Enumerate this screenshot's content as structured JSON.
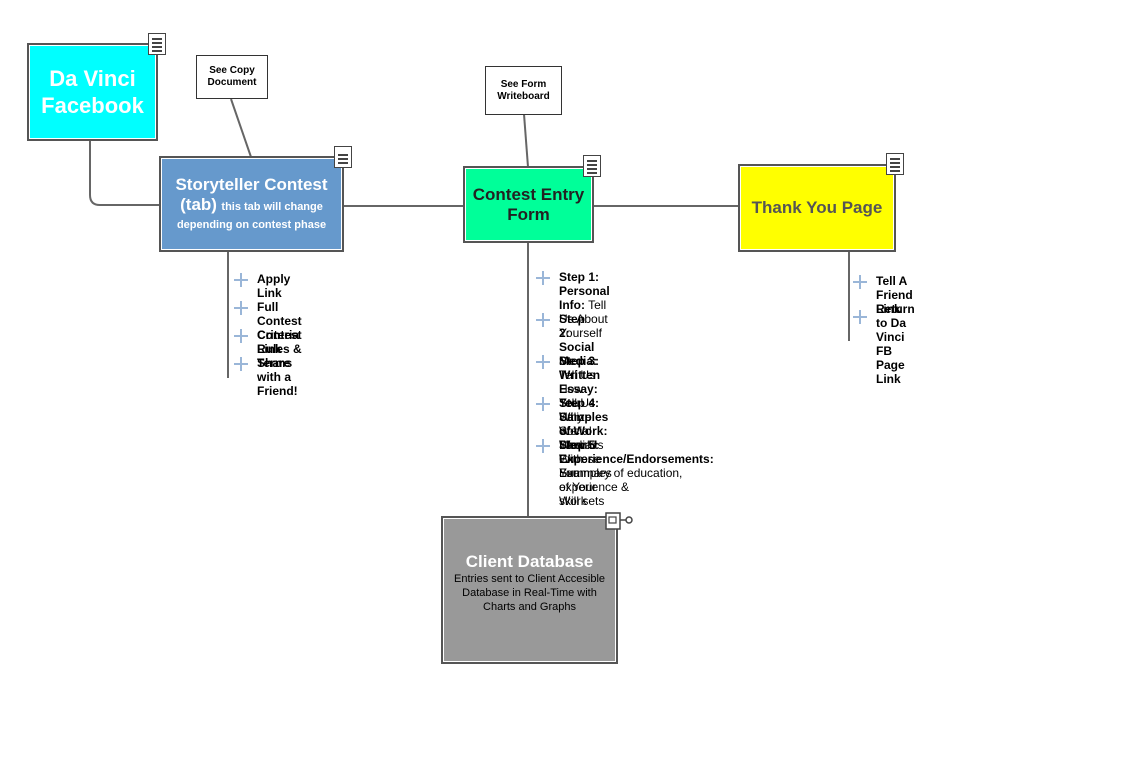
{
  "nodes": {
    "facebook": {
      "title_line1": "Da Vinci",
      "title_line2": "Facebook",
      "bg": "#00ffff"
    },
    "storyteller": {
      "title": "Storyteller Contest",
      "tab": "(tab)",
      "note_part1": "this tab will change",
      "note_part2": "depending on contest phase",
      "bg": "#6699cc"
    },
    "entry_form": {
      "title_line1": "Contest Entry",
      "title_line2": "Form",
      "bg": "#00ff99"
    },
    "thank_you": {
      "title": "Thank You Page",
      "bg": "#ffff00"
    },
    "database": {
      "title": "Client Database",
      "desc_line1": "Entries sent to Client Accesible",
      "desc_line2": "Database in Real-Time with",
      "desc_line3": "Charts and Graphs",
      "bg": "#999999"
    }
  },
  "notes": {
    "copy": {
      "line1": "See Copy",
      "line2": "Document"
    },
    "form": {
      "line1": "See Form",
      "line2": "Writeboard"
    }
  },
  "storyteller_items": [
    "Apply Link",
    "Full Contest Criteria Link",
    "Contest Rules & Terms",
    "Share with a Friend!"
  ],
  "steps": [
    {
      "bold": "Step 1: Personal Info:",
      "rest": " Tell Us About",
      "line2": "Yourself"
    },
    {
      "bold": "Step 2: Social Media:",
      "rest": " Tell Us How",
      "line2": "You Utilize Social Media"
    },
    {
      "bold": "Step 3: Written Essay:",
      "rest": " Tell Us Why",
      "line2": "We Should Choose You"
    },
    {
      "bold": "Step 4: Samples of Work:",
      "rest": " Wow Us",
      "line2": "With Examples of Your Work"
    },
    {
      "bold": "Step 5: Experience/Endorsements:",
      "rest": "",
      "line2": "Summary of education, experience &",
      "line3": "skill sets"
    }
  ],
  "thankyou_items": [
    "Tell A Friend Link",
    "Return to Da Vinci FB Page",
    "Link"
  ],
  "icons": {
    "document": "document-icon",
    "key": "key-icon",
    "plus": "plus-icon"
  }
}
